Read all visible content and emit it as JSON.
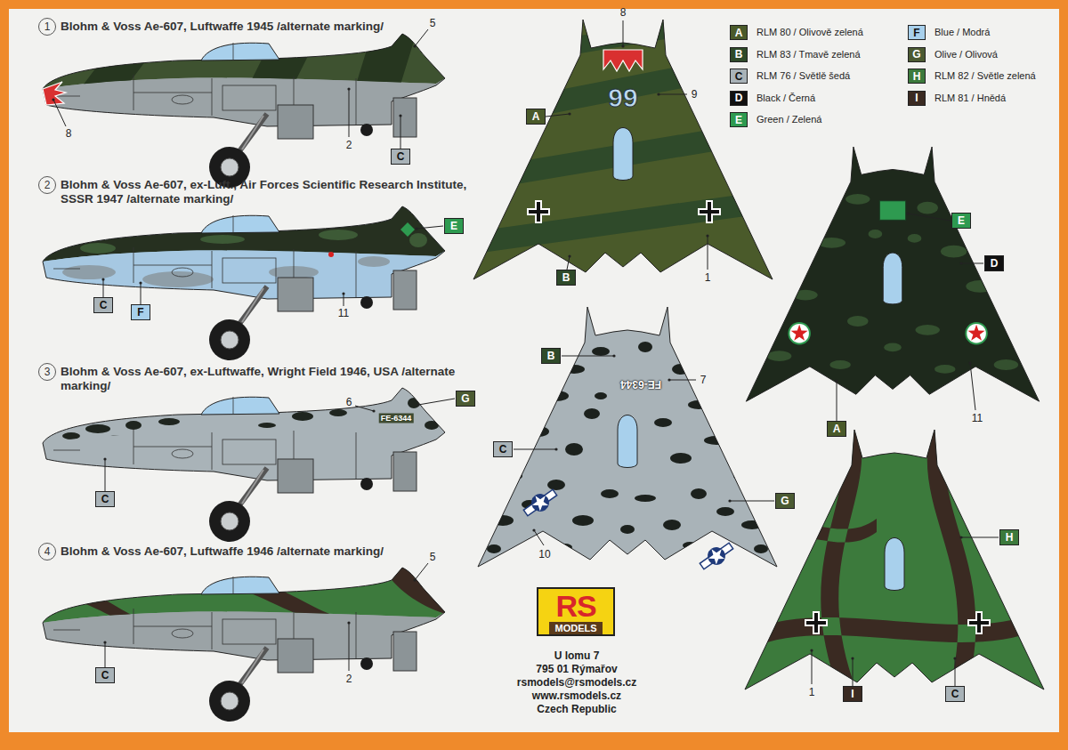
{
  "diagram": {
    "nodes": [
      {
        "text": [
          "1"
        ]
      },
      {
        "text": [
          "C"
        ]
      },
      {
        "text": [
          "2"
        ]
      },
      {
        "text": [
          "E"
        ]
      },
      {
        "text": [
          "C"
        ]
      },
      {
        "text": [
          "F"
        ]
      },
      {
        "text": [
          "3"
        ]
      },
      {
        "text": [
          "G"
        ]
      },
      {
        "text": [
          "C"
        ]
      },
      {
        "text": [
          "4"
        ]
      },
      {
        "text": [
          "C"
        ]
      },
      {
        "text": [
          "A"
        ]
      },
      {
        "text": [
          "B"
        ]
      },
      {
        "text": [
          "E"
        ]
      },
      {
        "text": [
          "D"
        ]
      },
      {
        "text": [
          "A"
        ]
      },
      {
        "text": [
          "B"
        ]
      },
      {
        "text": [
          "C"
        ]
      },
      {
        "text": [
          "G"
        ]
      },
      {
        "text": [
          "H"
        ]
      },
      {
        "text": [
          "I"
        ]
      },
      {
        "text": [
          "C"
        ]
      },
      {
        "text": [
          "RS",
          "MODELS"
        ]
      }
    ],
    "labels": [
      "Blohm & Voss Ae-607, Luftwaffe 1945 /alternate marking/",
      "5",
      "8",
      "2",
      "Blohm & Voss Ae-607, ex-Luft., Air Forces Scientific Research Institute, SSSR 1947 /alternate marking/",
      "11",
      "Blohm & Voss Ae-607, ex-Luftwaffe, Wright Field 1946, USA /alternate marking/",
      "6",
      "FE-6344",
      "Blohm & Voss Ae-607, Luftwaffe 1946 /alternate marking/",
      "5",
      "2",
      "8",
      "99",
      "9",
      "1",
      "FE-6344",
      "7",
      "10",
      "11",
      "1",
      "U lomu 7",
      "795 01 Rýmařov",
      "rsmodels@rsmodels.cz",
      "www.rsmodels.cz",
      "Czech Republic",
      "A",
      "B",
      "C",
      "D",
      "E",
      "F",
      "G",
      "H",
      "I"
    ],
    "legend": [
      {
        "text": "RLM 80 / Olivově zelená",
        "color": "#4a5a2a"
      },
      {
        "text": "RLM 83 / Tmavě zelená",
        "color": "#2f4a2a"
      },
      {
        "text": "RLM 76 / Světlě šedá",
        "color": "#a9b3b8"
      },
      {
        "text": "Black / Černá",
        "color": "#111111"
      },
      {
        "text": "Green / Zelená",
        "color": "#2e9a50"
      },
      {
        "text": "Blue / Modrá",
        "color": "#a8d0ec"
      },
      {
        "text": "Olive / Olivová",
        "color": "#4b5a32"
      },
      {
        "text": "RLM 82 / Světle zelená",
        "color": "#3c7a3c"
      },
      {
        "text": "RLM 81 / Hnědá",
        "color": "#3a2a22"
      }
    ]
  }
}
